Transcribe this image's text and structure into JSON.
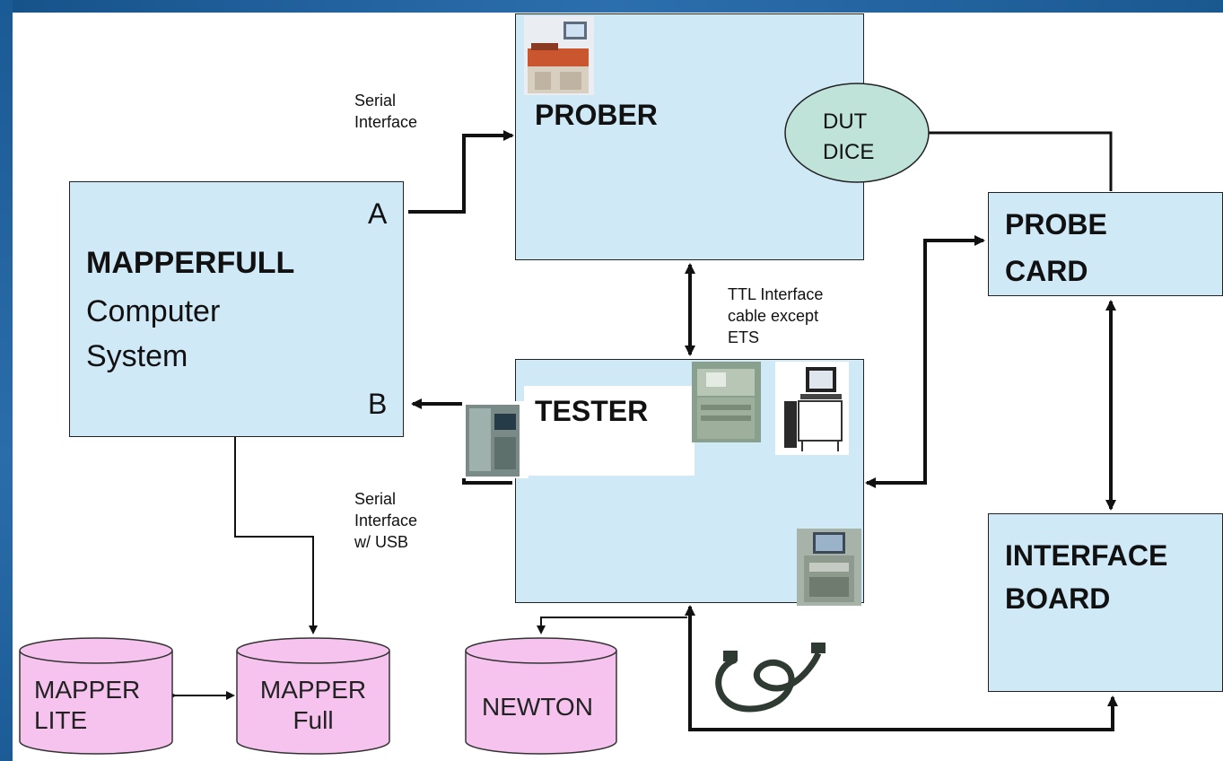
{
  "nodes": {
    "mapperfull": {
      "title": "MAPPERFULL",
      "line2": "Computer",
      "line3": "System",
      "port_a": "A",
      "port_b": "B"
    },
    "prober": {
      "title": "PROBER"
    },
    "dut": {
      "line1": "DUT",
      "line2": "DICE"
    },
    "tester": {
      "title": "TESTER"
    },
    "probe_card": {
      "line1": "PROBE",
      "line2": "CARD"
    },
    "interface_board": {
      "line1": "INTERFACE",
      "line2": "BOARD"
    },
    "mapper_lite": {
      "line1": "MAPPER",
      "line2": "LITE"
    },
    "mapper_full": {
      "line1": "MAPPER",
      "line2": "Full"
    },
    "newton": {
      "line1": "NEWTON"
    }
  },
  "edge_labels": {
    "serial_prober": {
      "line1": "Serial",
      "line2": "Interface"
    },
    "ttl": {
      "line1": "TTL Interface",
      "line2": "cable except",
      "line3": "ETS"
    },
    "serial_tester": {
      "line1": "Serial",
      "line2": "Interface",
      "line3": "w/ USB"
    }
  },
  "colors": {
    "box_fill": "#cfe9f7",
    "ellipse_fill": "#bfe3d8",
    "cylinder_fill": "#f6c3ef",
    "frame_blue": "#1f5f9a"
  },
  "icons": [
    "prober-machine-photo",
    "tester-machine-photo",
    "computer-workstation-photo",
    "handler-machine-photo",
    "tester-terminal-photo",
    "cable-photo"
  ]
}
